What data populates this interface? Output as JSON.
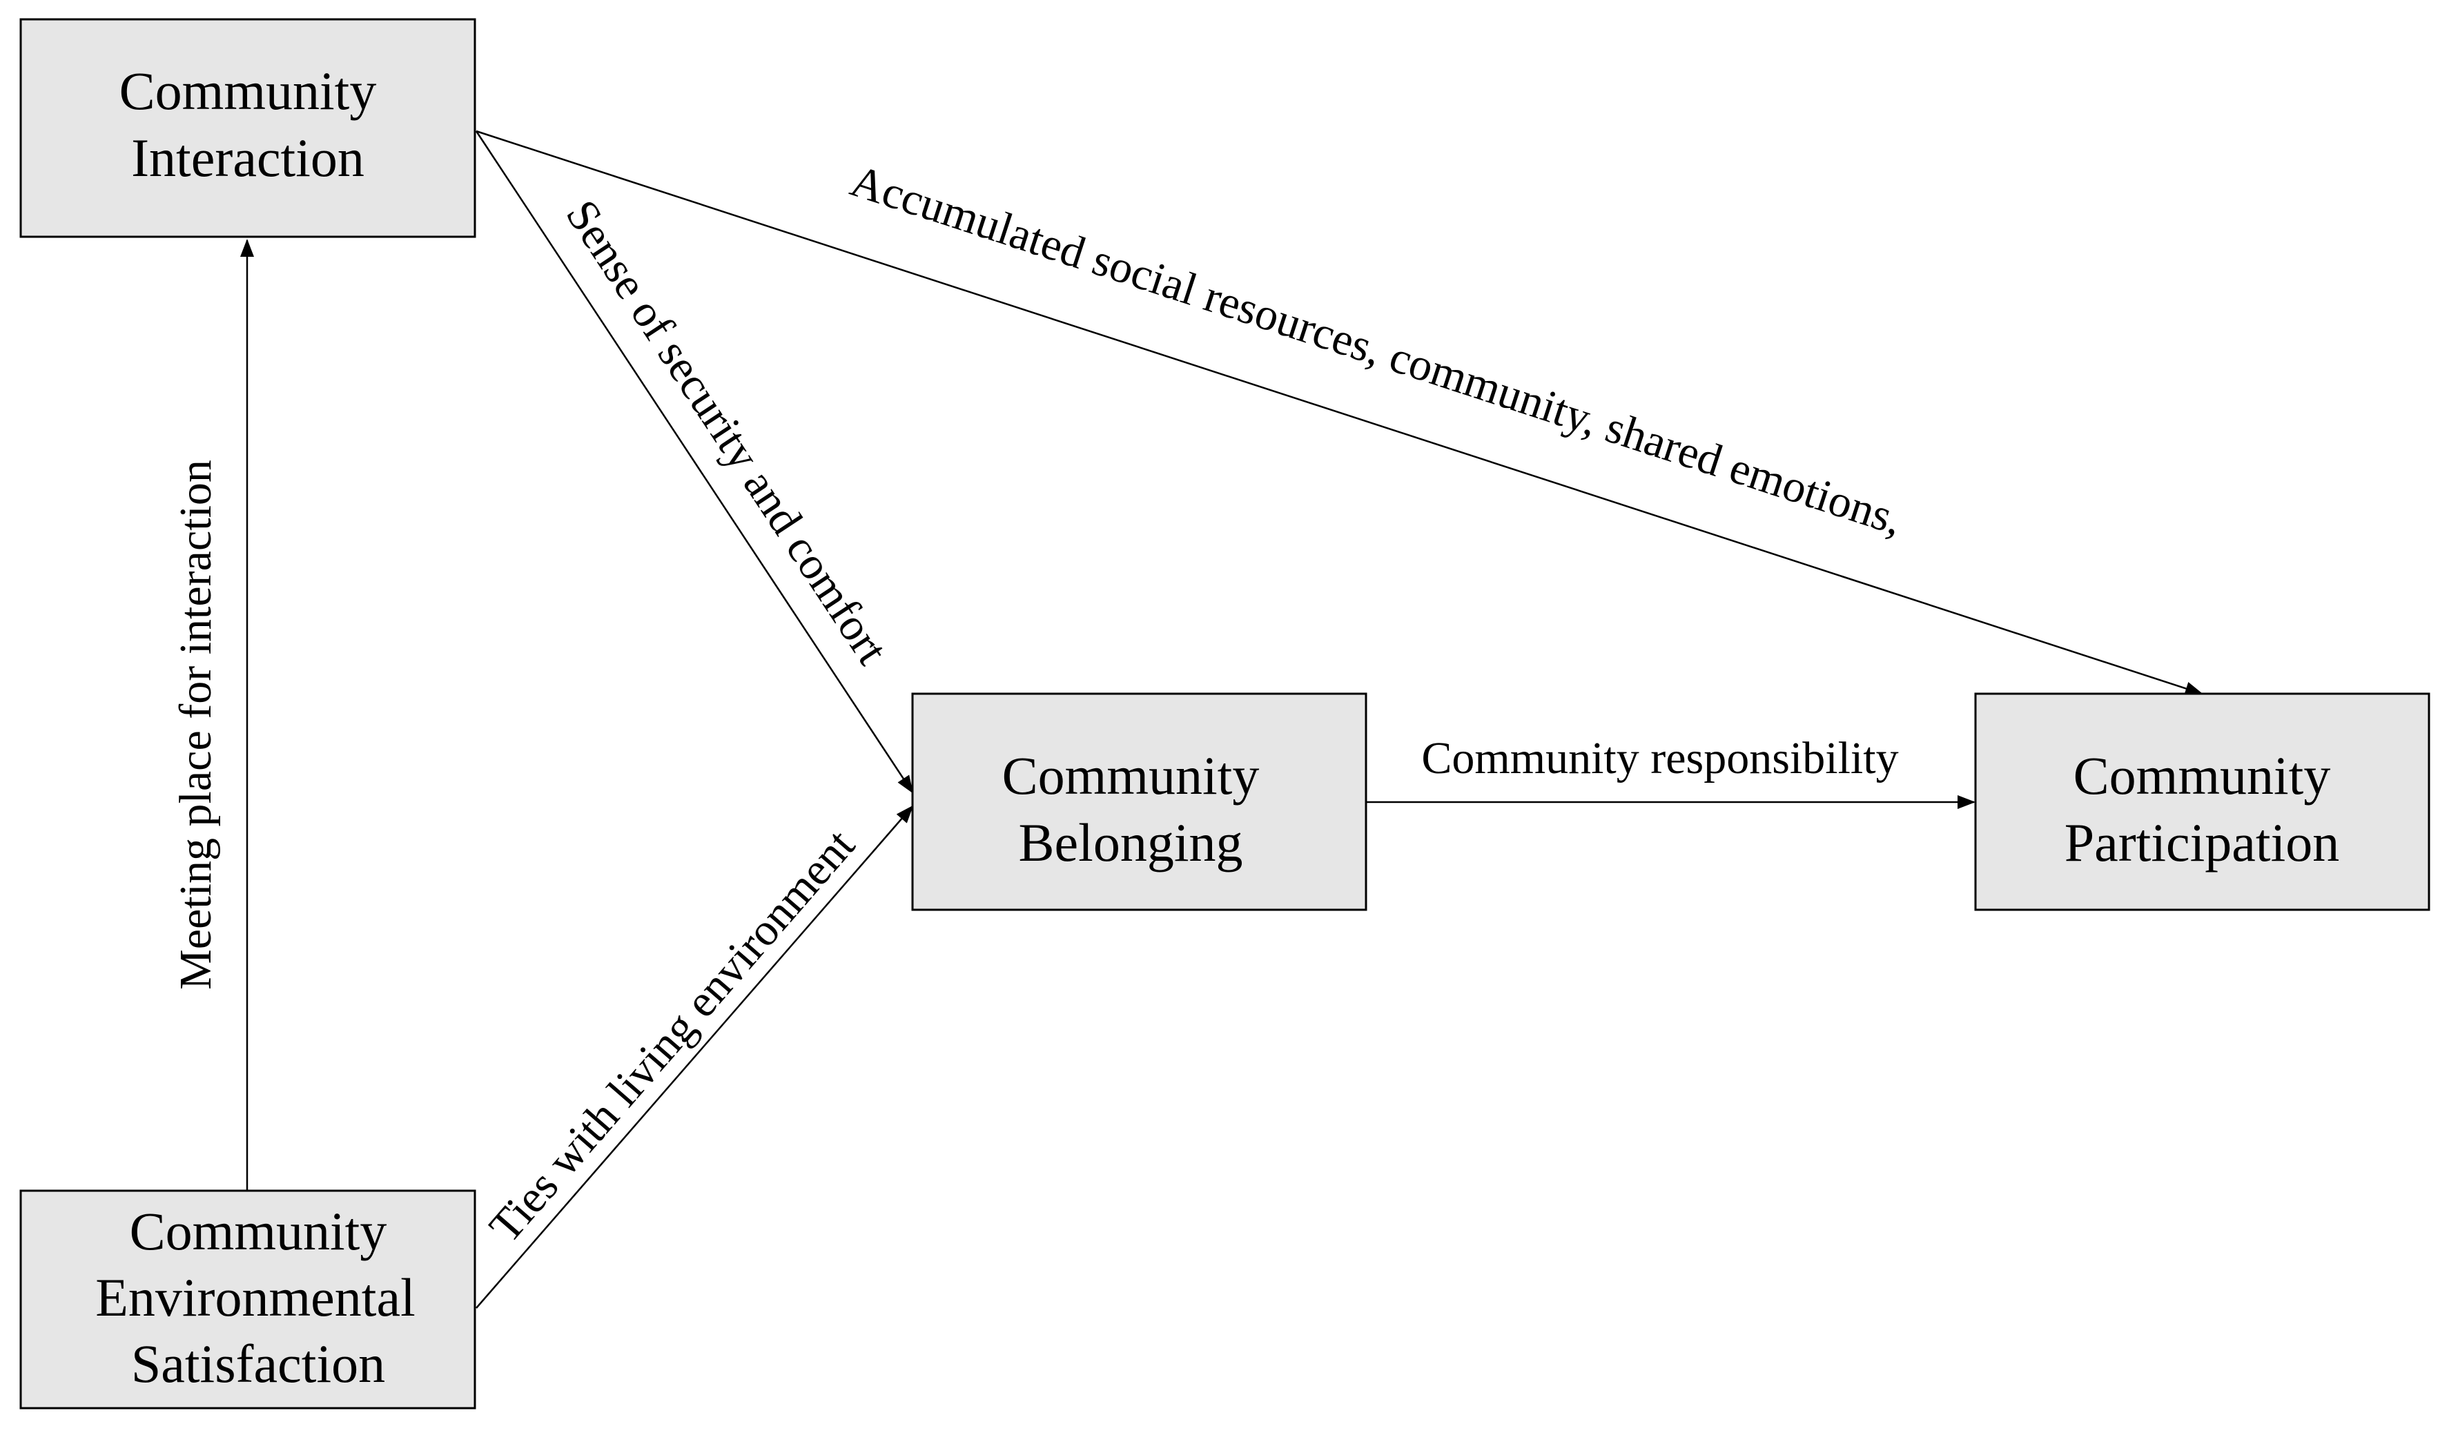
{
  "nodes": {
    "interaction": {
      "line1": "Community",
      "line2": "Interaction"
    },
    "environmental": {
      "line1": "Community",
      "line2": "Environmental",
      "line3": "Satisfaction"
    },
    "belonging": {
      "line1": "Community",
      "line2": "Belonging"
    },
    "participation": {
      "line1": "Community",
      "line2": "Participation"
    }
  },
  "edges": {
    "environmental_to_interaction": "Meeting place for interaction",
    "interaction_to_belonging": "Sense of security and comfort",
    "interaction_to_participation": "Accumulated social resources, community, shared emotions,",
    "environmental_to_belonging": "Ties with living environment",
    "belonging_to_participation": "Community responsibility"
  },
  "colors": {
    "node_fill": "#e6e6e6",
    "stroke": "#000000",
    "background": "#ffffff"
  }
}
